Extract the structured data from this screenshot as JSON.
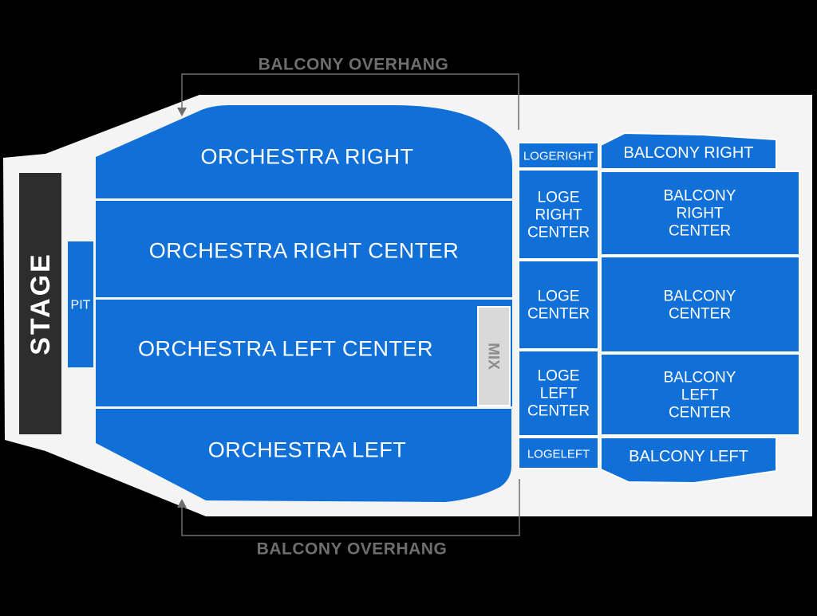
{
  "colors": {
    "background": "#000000",
    "venue_floor": "#f4f4f4",
    "section_blue": "#1070d8",
    "section_text": "#ffffff",
    "stage_fill": "#2d2d2d",
    "mix_fill": "#d9d9d9",
    "mix_text": "#8c8c8c",
    "overhang_gray": "#6e6e6e"
  },
  "stage": {
    "label": "STAGE"
  },
  "pit": {
    "label": "PIT"
  },
  "orchestra": {
    "sections": [
      {
        "id": "orchestra-right",
        "label": "ORCHESTRA RIGHT"
      },
      {
        "id": "orchestra-right-center",
        "label": "ORCHESTRA RIGHT CENTER"
      },
      {
        "id": "orchestra-left-center",
        "label": "ORCHESTRA LEFT CENTER"
      },
      {
        "id": "orchestra-left",
        "label": "ORCHESTRA LEFT"
      }
    ]
  },
  "mix": {
    "label": "MIX"
  },
  "loge": {
    "sections": [
      {
        "id": "loge-right",
        "lines": [
          "LOGERIGHT"
        ]
      },
      {
        "id": "loge-right-center",
        "lines": [
          "LOGE",
          "RIGHT",
          "CENTER"
        ]
      },
      {
        "id": "loge-center",
        "lines": [
          "LOGE",
          "CENTER"
        ]
      },
      {
        "id": "loge-left-center",
        "lines": [
          "LOGE",
          "LEFT",
          "CENTER"
        ]
      },
      {
        "id": "loge-left",
        "lines": [
          "LOGELEFT"
        ]
      }
    ]
  },
  "balcony": {
    "sections": [
      {
        "id": "balcony-right",
        "lines": [
          "BALCONY RIGHT"
        ]
      },
      {
        "id": "balcony-right-center",
        "lines": [
          "BALCONY",
          "RIGHT",
          "CENTER"
        ]
      },
      {
        "id": "balcony-center",
        "lines": [
          "BALCONY",
          "CENTER"
        ]
      },
      {
        "id": "balcony-left-center",
        "lines": [
          "BALCONY",
          "LEFT",
          "CENTER"
        ]
      },
      {
        "id": "balcony-left",
        "lines": [
          "BALCONY LEFT"
        ]
      }
    ]
  },
  "overhang": {
    "top_label": "BALCONY OVERHANG",
    "bottom_label": "BALCONY OVERHANG"
  }
}
